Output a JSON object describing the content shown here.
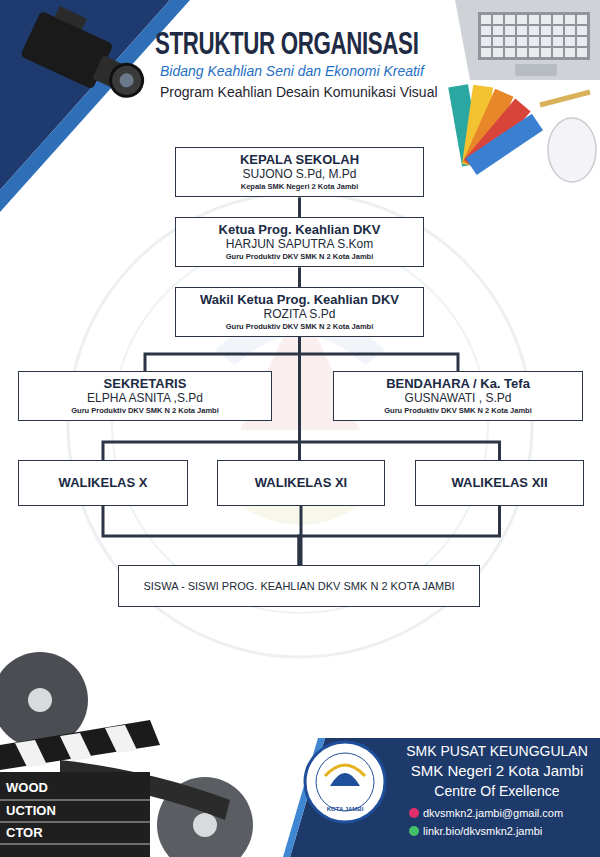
{
  "diagram": {
    "title": "STRUKTUR ORGANISASI",
    "nodes": [
      {
        "text": [
          "KEPALA SEKOLAH",
          "SUJONO S.Pd, M.Pd",
          "Kepala SMK Negeri 2 Kota Jambi"
        ]
      },
      {
        "text": [
          "Ketua Prog. Keahlian DKV",
          "HARJUN SAPUTRA S.Kom",
          "Guru Produktiv DKV SMK N 2 Kota Jambi"
        ]
      },
      {
        "text": [
          "Wakil Ketua Prog. Keahlian DKV",
          "ROZITA S.Pd",
          "Guru Produktiv DKV SMK N 2 Kota Jambi"
        ]
      },
      {
        "text": [
          "SEKRETARIS",
          "ELPHA ASNITA ,S.Pd",
          "Guru Produktiv DKV SMK N 2 Kota Jambi"
        ]
      },
      {
        "text": [
          "BENDAHARA / Ka. Tefa",
          "GUSNAWATI , S.Pd",
          "Guru Produktiv DKV SMK N 2 Kota Jambi"
        ]
      },
      {
        "text": [
          "WALIKELAS X"
        ]
      },
      {
        "text": [
          "WALIKELAS XI"
        ]
      },
      {
        "text": [
          "WALIKELAS XII"
        ]
      },
      {
        "text": [
          "SISWA - SISWI PROG. KEAHLIAN DKV SMK N 2 KOTA JAMBI"
        ]
      }
    ],
    "edges": [
      {
        "from": 0,
        "to": 1,
        "arrow": "none"
      },
      {
        "from": 1,
        "to": 2,
        "arrow": "none"
      },
      {
        "from": 2,
        "to": 3,
        "arrow": "none"
      },
      {
        "from": 2,
        "to": 4,
        "arrow": "none"
      },
      {
        "from": 2,
        "to": 5,
        "arrow": "none"
      },
      {
        "from": 2,
        "to": 6,
        "arrow": "none"
      },
      {
        "from": 2,
        "to": 7,
        "arrow": "none"
      },
      {
        "from": 5,
        "to": 8,
        "arrow": "none"
      },
      {
        "from": 6,
        "to": 8,
        "arrow": "none"
      },
      {
        "from": 7,
        "to": 8,
        "arrow": "none"
      }
    ],
    "labels": [
      "Bidang Keahlian Seni dan Ekonomi Kreatif",
      "Program Keahlian Desain Komunikasi Visual",
      "SMK PUSAT KEUNGGULAN",
      "SMK Negeri 2 Kota Jambi",
      "Centre Of Exellence",
      "dkvsmkn2.jambi@gmail.com",
      "linkr.bio/dkvsmkn2.jambi",
      "KOTA JAMBI",
      "WOOD",
      "UCTION",
      "CTOR"
    ]
  }
}
